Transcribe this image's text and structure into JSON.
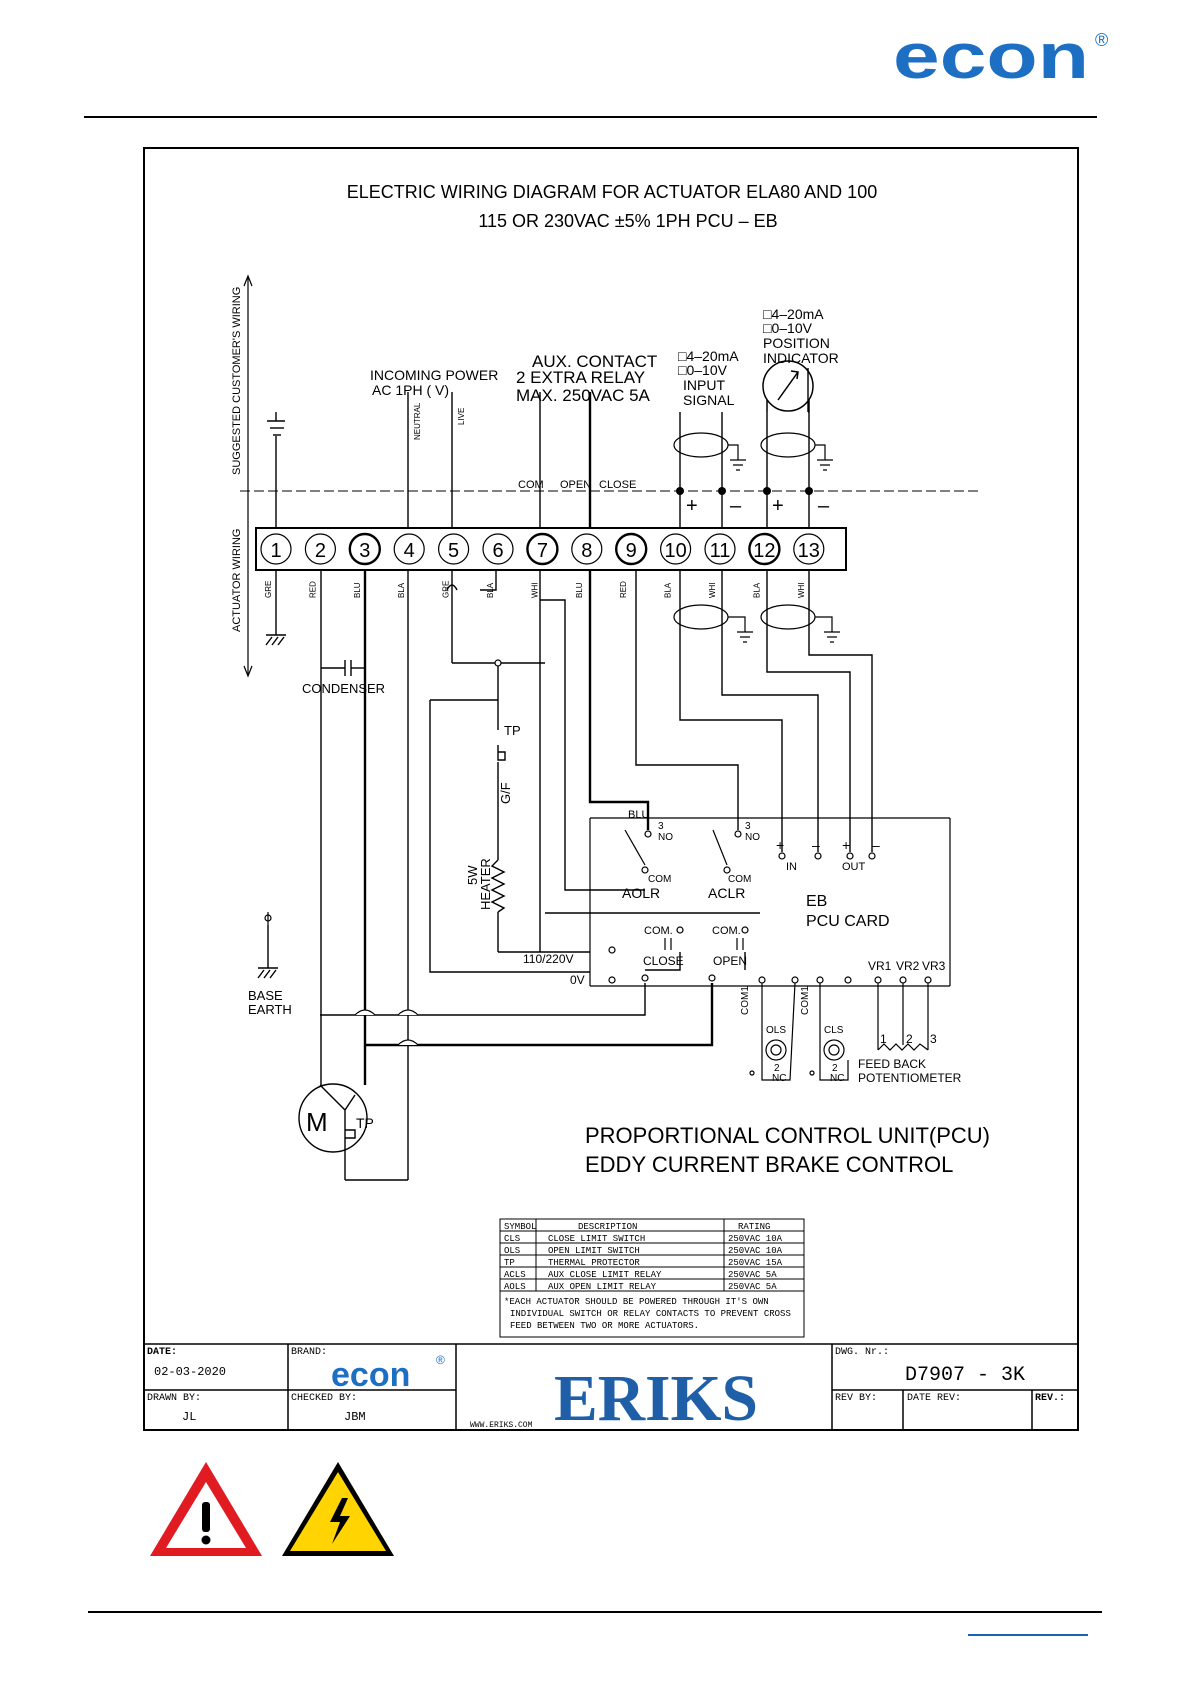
{
  "brand": {
    "name": "econ",
    "registered": "®",
    "color": "#1d6fc4"
  },
  "title": {
    "line1": "ELECTRIC WIRING DIAGRAM FOR ACTUATOR ELA80 AND 100",
    "line2": "115 OR 230VAC ±5% 1PH PCU – EB"
  },
  "side_labels": {
    "customer": "SUGGESTED CUSTOMER'S WIRING",
    "actuator": "ACTUATOR WIRING"
  },
  "groups": {
    "incoming_power": [
      "INCOMING POWER",
      "AC 1PH (     V)"
    ],
    "aux_contact": [
      "AUX. CONTACT",
      "2 EXTRA RELAY",
      "MAX. 250VAC 5A"
    ],
    "input_signal": [
      "□4–20mA",
      "□0–10V",
      "INPUT",
      "SIGNAL"
    ],
    "position_indicator": [
      "□4–20mA",
      "□0–10V",
      "POSITION",
      "INDICATOR"
    ]
  },
  "wire_tags": {
    "neutral": "NEUTRAL",
    "live": "LIVE",
    "com": "COM",
    "open": "OPEN",
    "close": "CLOSE",
    "plus": "+",
    "minus": "–"
  },
  "terminals": [
    "1",
    "2",
    "3",
    "4",
    "5",
    "6",
    "7",
    "8",
    "9",
    "10",
    "11",
    "12",
    "13"
  ],
  "wire_colors": [
    "GRE",
    "RED",
    "BLU",
    "BLA",
    "GRE",
    "BLA",
    "WHI",
    "BLU",
    "RED",
    "BLA",
    "WHI",
    "BLA",
    "WHI"
  ],
  "components": {
    "condenser": "CONDENSER",
    "tp": "TP",
    "gf": "G/F",
    "heater": [
      "HEATER",
      "5W"
    ],
    "base_earth": [
      "BASE",
      "EARTH"
    ],
    "motor": "M",
    "motor_tp": "TP",
    "blu": "BLU",
    "no": "NO",
    "three": "3",
    "com": "COM",
    "aolr": "AOLR",
    "aclr": "ACLR",
    "in": "IN",
    "out": "OUT",
    "pcu_card": [
      "EB",
      "PCU  CARD"
    ],
    "com_dot": "COM.",
    "close": "CLOSE",
    "open": "OPEN",
    "v110": "110/220V",
    "v0": "0V",
    "vr": [
      "VR1",
      "VR2",
      "VR3"
    ],
    "com1": "COM1",
    "ols": "OLS",
    "cls": "CLS",
    "two": "2",
    "nc": "NC",
    "pot_nums": [
      "1",
      "2",
      "3"
    ],
    "feedback": [
      "FEED  BACK",
      "POTENTIOMETER"
    ]
  },
  "footer_title": [
    "PROPORTIONAL  CONTROL  UNIT(PCU)",
    "EDDY  CURRENT  BRAKE  CONTROL"
  ],
  "legend": {
    "headers": [
      "SYMBOL",
      "DESCRIPTION",
      "RATING"
    ],
    "rows": [
      [
        "CLS",
        "CLOSE  LIMIT  SWITCH",
        "250VAC  10A"
      ],
      [
        "OLS",
        "OPEN  LIMIT  SWITCH",
        "250VAC  10A"
      ],
      [
        "TP",
        "THERMAL  PROTECTOR",
        "250VAC  15A"
      ],
      [
        "ACLS",
        "AUX  CLOSE  LIMIT  RELAY",
        "250VAC  5A"
      ],
      [
        "AOLS",
        "AUX  OPEN  LIMIT  RELAY",
        "250VAC  5A"
      ]
    ],
    "note": [
      "*EACH  ACTUATOR  SHOULD  BE  POWERED  THROUGH  IT'S  OWN",
      "INDIVIDUAL  SWITCH  OR  RELAY  CONTACTS  TO  PREVENT  CROSS",
      "FEED  BETWEEN  TWO  OR  MORE  ACTUATORS."
    ]
  },
  "title_block": {
    "date_label": "DATE:",
    "date": "02-03-2020",
    "brand_label": "BRAND:",
    "drawn_label": "DRAWN BY:",
    "drawn": "JL",
    "checked_label": "CHECKED BY:",
    "checked": "JBM",
    "website": "WWW.ERIKS.COM",
    "eriks": "ERIKS",
    "eriks_color": "#1f5fa8",
    "dwg_label": "DWG. Nr.:",
    "dwg": "D7907  -  3K",
    "revby_label": "REV BY:",
    "daterev_label": "DATE REV:",
    "rev_label": "REV.:"
  }
}
